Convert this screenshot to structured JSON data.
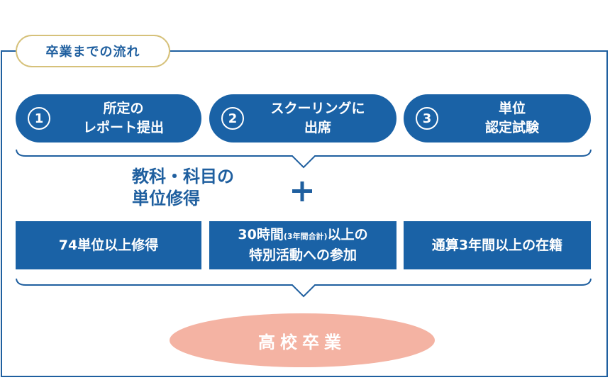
{
  "header": {
    "title": "卒業までの流れ"
  },
  "steps": [
    {
      "number": "1",
      "line1": "所定の",
      "line2": "レポート提出"
    },
    {
      "number": "2",
      "line1": "スクーリングに",
      "line2": "出席"
    },
    {
      "number": "3",
      "line1": "単位",
      "line2": "認定試験"
    }
  ],
  "subjects": {
    "line1": "教科・科目の",
    "line2": "単位修得"
  },
  "requirements": {
    "credits": "74単位以上修得",
    "special_line1_a": "30時間",
    "special_line1_small": "(3年間合計)",
    "special_line1_b": "以上の",
    "special_line2": "特別活動への参加",
    "enrollment": "通算3年間以上の在籍"
  },
  "goal": {
    "label": "高校卒業"
  },
  "colors": {
    "primary": "#1a62a6",
    "frame": "#1f5f9f",
    "pill_border": "#d6c17a",
    "goal_fill": "#f4b3a3"
  }
}
